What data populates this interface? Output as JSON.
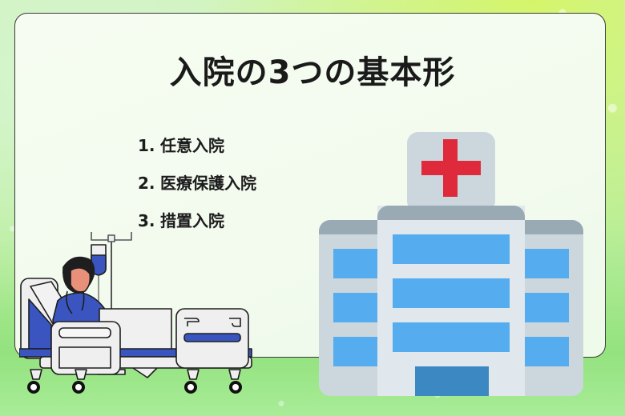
{
  "title": "入院の3つの基本形",
  "list": {
    "items": [
      {
        "number": "1.",
        "label": "任意入院"
      },
      {
        "number": "2.",
        "label": "医療保護入院"
      },
      {
        "number": "3.",
        "label": "措置入院"
      }
    ]
  },
  "illustrations": {
    "hospital": "hospital-building-icon",
    "patient": "patient-in-hospital-bed-illustration"
  },
  "colors": {
    "cross": "#de2a3b",
    "window": "#55acee",
    "door": "#3b88c3",
    "building_light": "#e1e8ed",
    "building_mid": "#ccd6dd",
    "roof": "#99aab5",
    "bed_blue": "#3a55c0",
    "skin": "#e8907a"
  }
}
